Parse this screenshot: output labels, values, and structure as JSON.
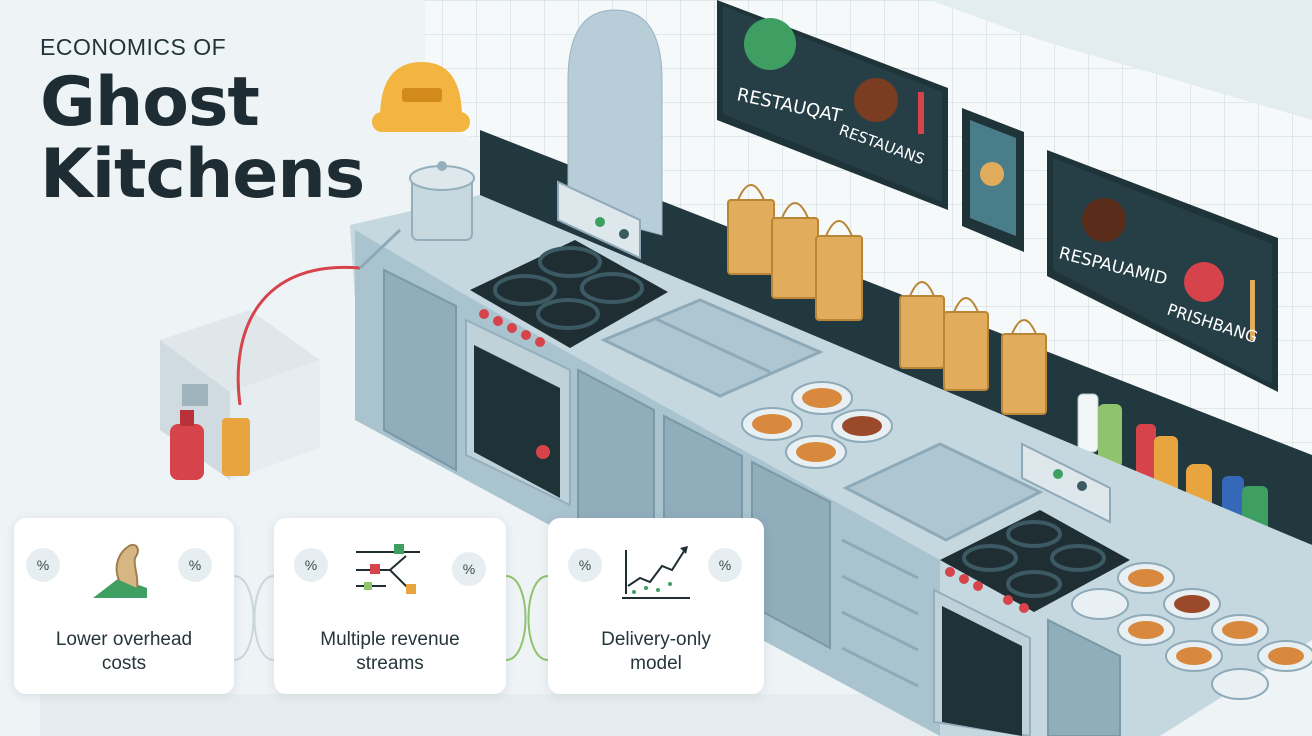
{
  "title": {
    "eyebrow": "ECONOMICS OF",
    "line1": "Ghost",
    "line2": "Kitchens"
  },
  "cards": [
    {
      "caption_line1": "Lower overhead",
      "caption_line2": "costs",
      "badge": "%",
      "icon": "money-plant-icon"
    },
    {
      "caption_line1": "Multiple revenue",
      "caption_line2": "streams",
      "badge": "%",
      "icon": "flow-chart-icon"
    },
    {
      "caption_line1": "Delivery-only",
      "caption_line2": "model",
      "badge": "%",
      "icon": "trend-chart-icon"
    }
  ],
  "signs": [
    {
      "line": "RESTAUQAT",
      "subline": "RESTAUANS"
    },
    {
      "line": "RESPAUAMID",
      "subline": "PRISHBANG"
    }
  ],
  "colors": {
    "background": "#eef3f6",
    "tile_wall": "#f4f7f8",
    "counter": "#a9c3cf",
    "counter_dark": "#8eaab8",
    "shelf": "#203a42",
    "bag": "#e1ac5c",
    "sign": "#1f3439",
    "accent_red": "#d7434b",
    "accent_green": "#3f9e61"
  }
}
